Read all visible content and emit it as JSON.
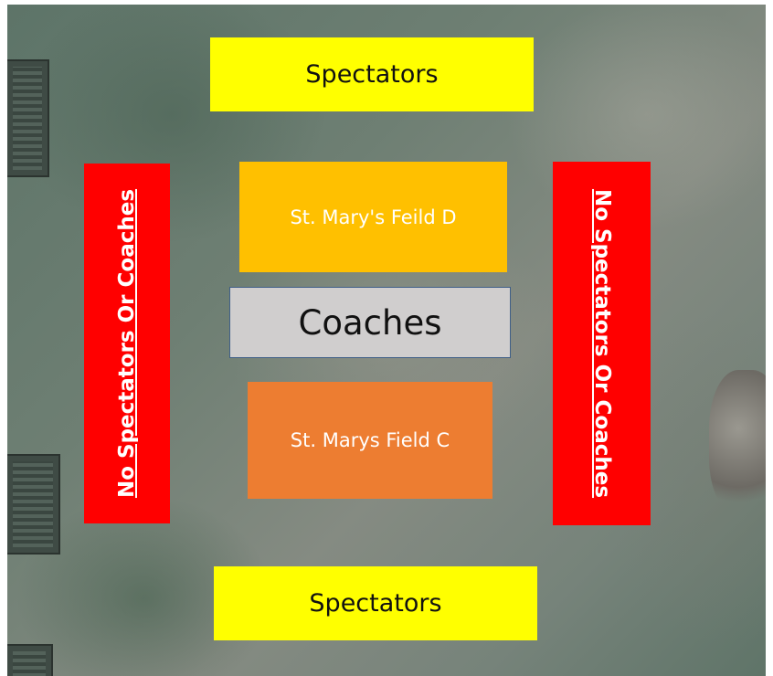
{
  "map": {
    "background": "aerial-field-image"
  },
  "zones": {
    "spectators_top": "Spectators",
    "spectators_bottom": "Spectators",
    "no_zone_left": "No Spectators Or Coaches",
    "no_zone_right": "No Spectators Or Coaches",
    "field_d": "St. Mary's Feild D",
    "coaches": "Coaches",
    "field_c": "St. Marys Field C"
  },
  "colors": {
    "spectators": "#ffff00",
    "no_zone": "#ff0000",
    "field_d": "#ffc000",
    "coaches": "#d0cece",
    "field_c": "#ed7d31"
  }
}
